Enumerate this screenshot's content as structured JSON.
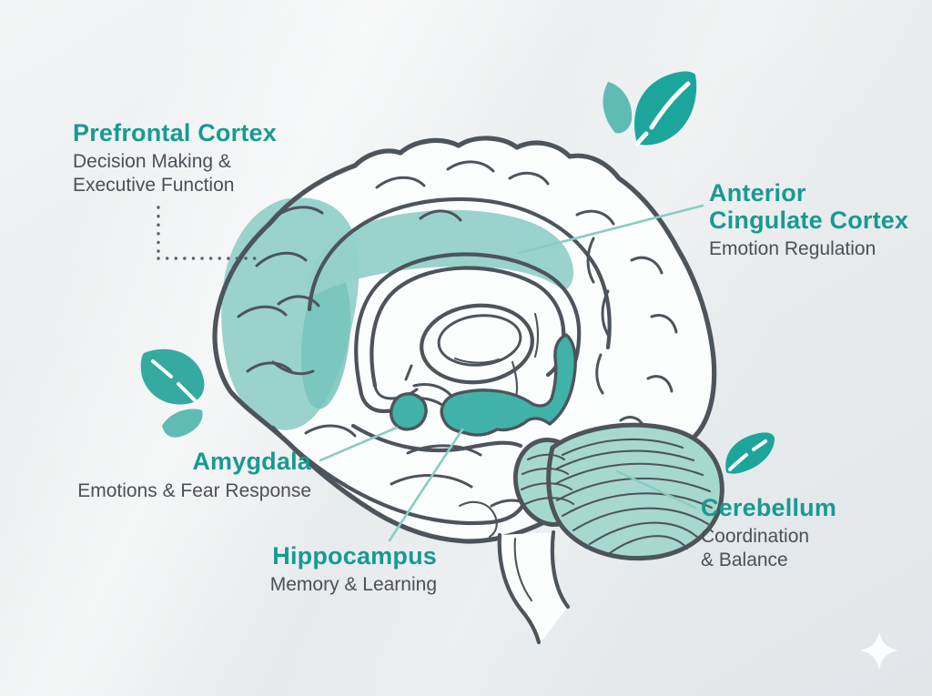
{
  "palette": {
    "heading_teal": "#189a91",
    "body_gray": "#4a5056",
    "outline": "#4d545b",
    "region_light": "#93d1c9",
    "region_mid": "#76c3bb",
    "region_dark": "#41b2a8",
    "cerebellum_fill": "#a6d8d0",
    "leaf_dark": "#1ca69b",
    "leaf_mid": "#35aaa1",
    "leaf_light": "#5fbcb4",
    "leader_line": "#89ccc4",
    "dotted_line": "#5b6268",
    "brain_fill": "#fcfdfd",
    "background": "#e9eced"
  },
  "labels": {
    "prefrontal": {
      "title": "Prefrontal Cortex",
      "subtitle_line1": "Decision Making &",
      "subtitle_line2": "Executive Function"
    },
    "anterior_cingulate": {
      "title_line1": "Anterior",
      "title_line2": "Cingulate Cortex",
      "subtitle": "Emotion Regulation"
    },
    "amygdala": {
      "title": "Amygdala",
      "subtitle": "Emotions & Fear Response"
    },
    "hippocampus": {
      "title": "Hippocampus",
      "subtitle": "Memory & Learning"
    },
    "cerebellum": {
      "title": "Cerebellum",
      "subtitle_line1": "Coordination",
      "subtitle_line2": "& Balance"
    }
  },
  "icons": {
    "leaves_top_right": "two teal leaves",
    "leaves_left": "two teal leaves",
    "leaf_right": "single teal leaf",
    "sparkle_bottom_right": "four-point sparkle"
  }
}
